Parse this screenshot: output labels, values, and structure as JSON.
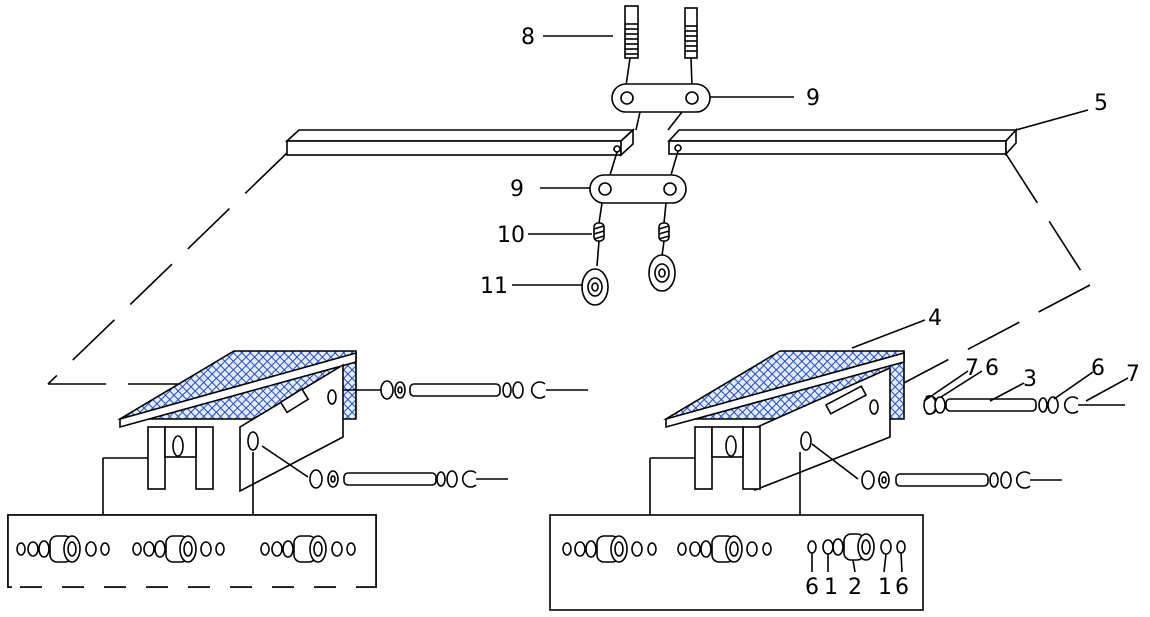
{
  "callouts": {
    "c8": "8",
    "c9_top": "9",
    "c5": "5",
    "c9_bottom": "9",
    "c10": "10",
    "c11": "11",
    "c4": "4",
    "c7_left": "7",
    "c6_left": "6",
    "c3": "3",
    "c6_right": "6",
    "c7_right": "7",
    "b6_a": "6",
    "b1_a": "1",
    "b2": "2",
    "b1_b": "1",
    "b6_b": "6"
  },
  "colors": {
    "pedal_fill": "#1f4fc4",
    "line": "#000000",
    "background": "#ffffff"
  }
}
